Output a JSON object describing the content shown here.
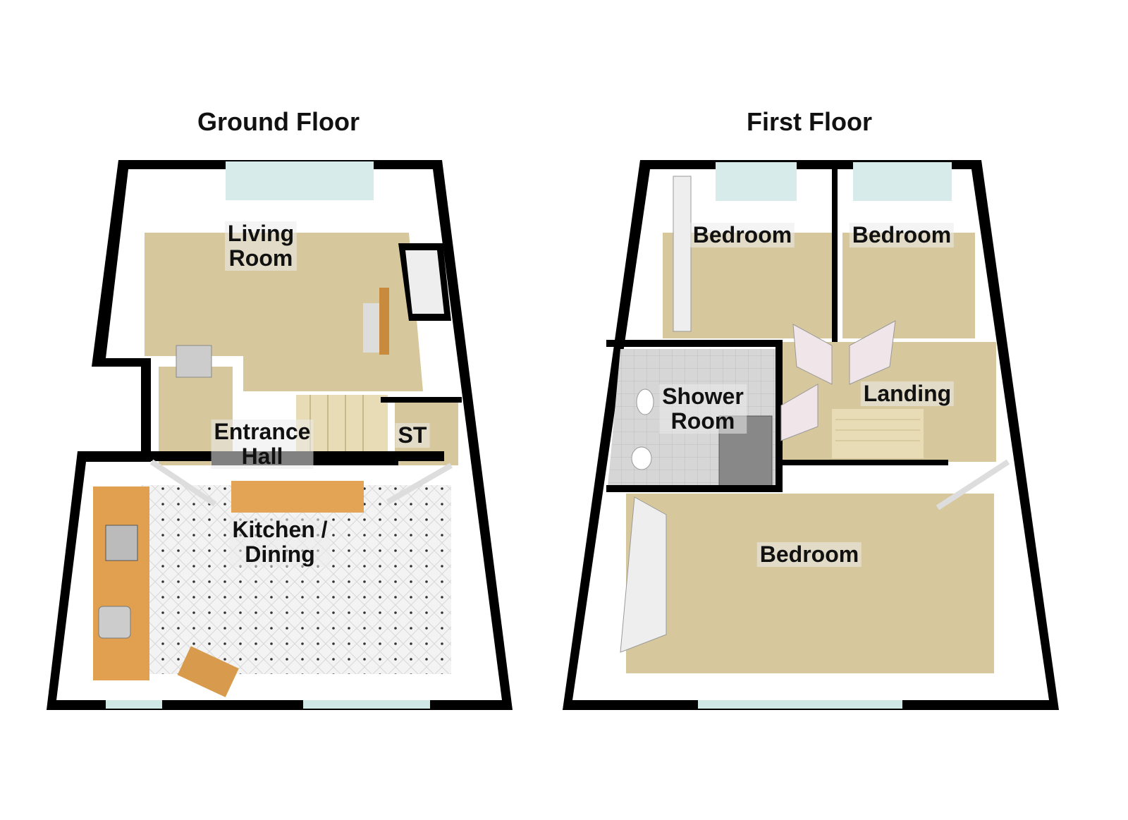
{
  "ground_floor": {
    "title": "Ground Floor",
    "rooms": {
      "living_room": [
        "Living",
        "Room"
      ],
      "entrance_hall": [
        "Entrance",
        "Hall"
      ],
      "storage": "ST",
      "kitchen_dining": [
        "Kitchen /",
        "Dining"
      ]
    }
  },
  "first_floor": {
    "title": "First Floor",
    "rooms": {
      "bedroom_left": "Bedroom",
      "bedroom_right": "Bedroom",
      "shower_room": [
        "Shower",
        "Room"
      ],
      "landing": "Landing",
      "bedroom_main": "Bedroom"
    }
  },
  "colors": {
    "wall": "#000000",
    "inner_wall": "#ffffff",
    "carpet": "#d6c79c",
    "tile": "#f2f2f2",
    "shower_tile": "#d9d9d9",
    "window": "#cfe8e6",
    "worktop": "#e0a050"
  }
}
